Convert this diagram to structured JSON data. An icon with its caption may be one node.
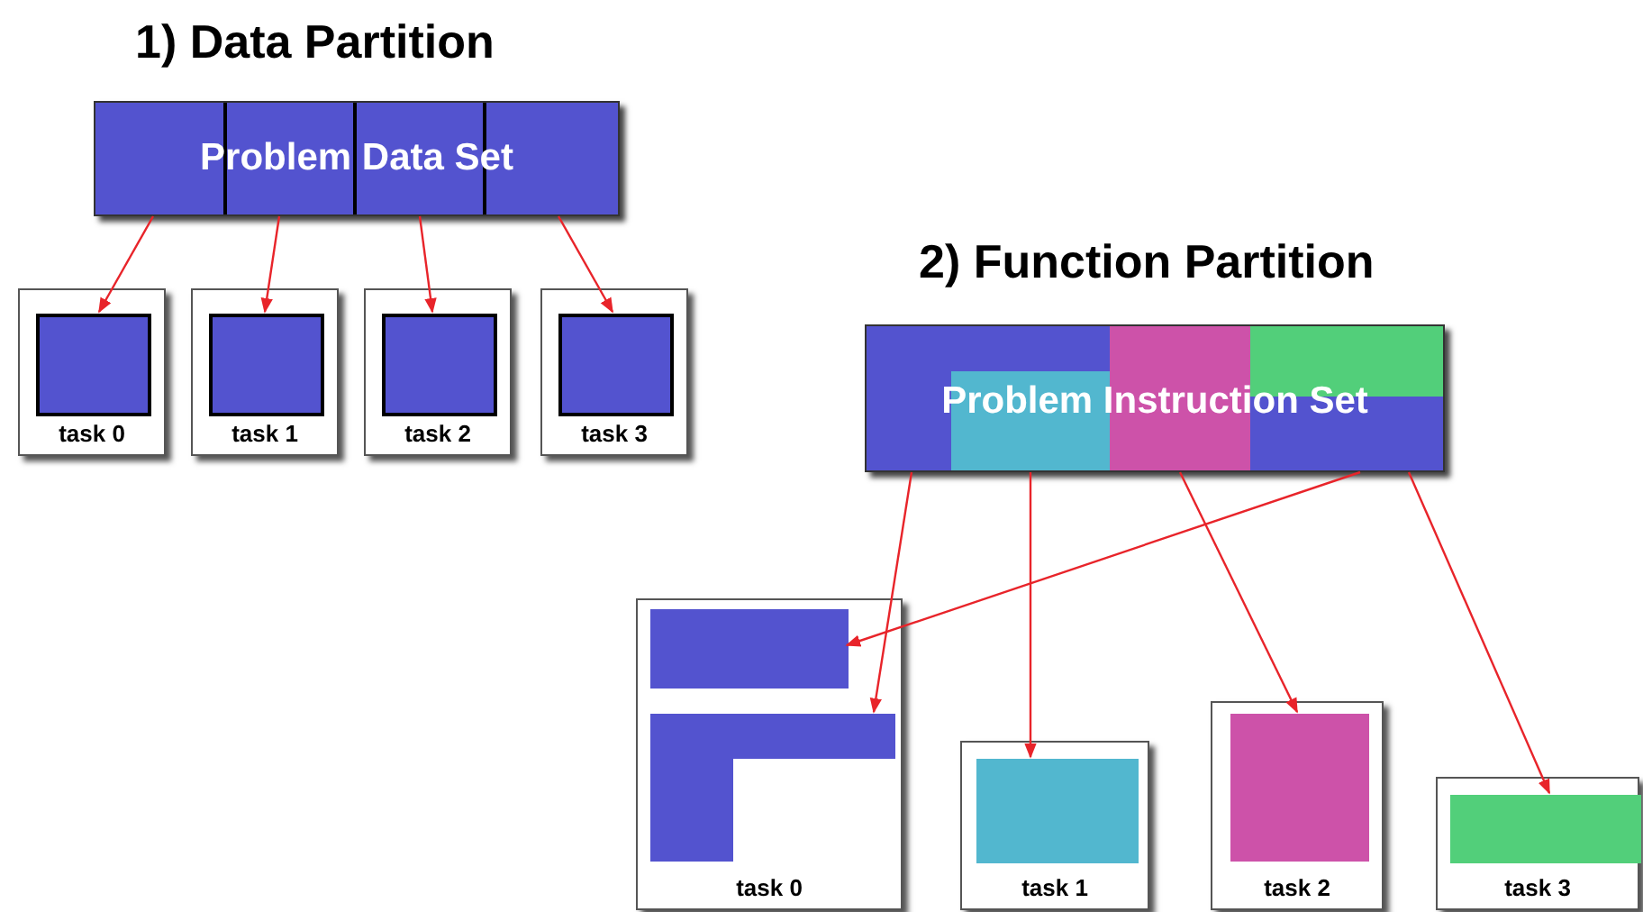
{
  "diagram": {
    "nodes": [
      {
        "text": [
          "Problem Data Set"
        ]
      },
      {
        "text": [
          "task 0"
        ]
      },
      {
        "text": [],
        "shape": "box",
        "in": 1
      },
      {
        "text": [
          "task 1"
        ]
      },
      {
        "text": [],
        "shape": "box",
        "in": 3
      },
      {
        "text": [
          "task 2"
        ]
      },
      {
        "text": [],
        "shape": "box",
        "in": 5
      },
      {
        "text": [
          "task 3"
        ]
      },
      {
        "text": [],
        "shape": "box",
        "in": 7
      },
      {
        "text": [
          "Problem Instruction Set"
        ]
      },
      {
        "text": [
          "task 0"
        ]
      },
      {
        "text": [],
        "shape": "box",
        "in": 10
      },
      {
        "text": [],
        "shape": "box",
        "in": 10
      },
      {
        "text": [
          "task 1"
        ]
      },
      {
        "text": [],
        "shape": "box",
        "in": 13
      },
      {
        "text": [
          "task 2"
        ]
      },
      {
        "text": [],
        "shape": "box",
        "in": 15
      },
      {
        "text": [
          "task 3"
        ]
      },
      {
        "text": [],
        "shape": "box",
        "in": 17
      }
    ],
    "edges": [
      {
        "from": 0,
        "to": 2,
        "arrow": "to"
      },
      {
        "from": 0,
        "to": 4,
        "arrow": "to"
      },
      {
        "from": 0,
        "to": 6,
        "arrow": "to"
      },
      {
        "from": 0,
        "to": 8,
        "arrow": "to"
      },
      {
        "from": 9,
        "to": 12,
        "arrow": "to"
      },
      {
        "from": 9,
        "to": 14,
        "arrow": "to"
      },
      {
        "from": 9,
        "to": 16,
        "arrow": "to"
      },
      {
        "from": 9,
        "to": 11,
        "arrow": "to"
      },
      {
        "from": 9,
        "to": 18,
        "arrow": "to"
      }
    ],
    "labels": [
      "1) Data Partition",
      "2) Function Partition"
    ]
  }
}
